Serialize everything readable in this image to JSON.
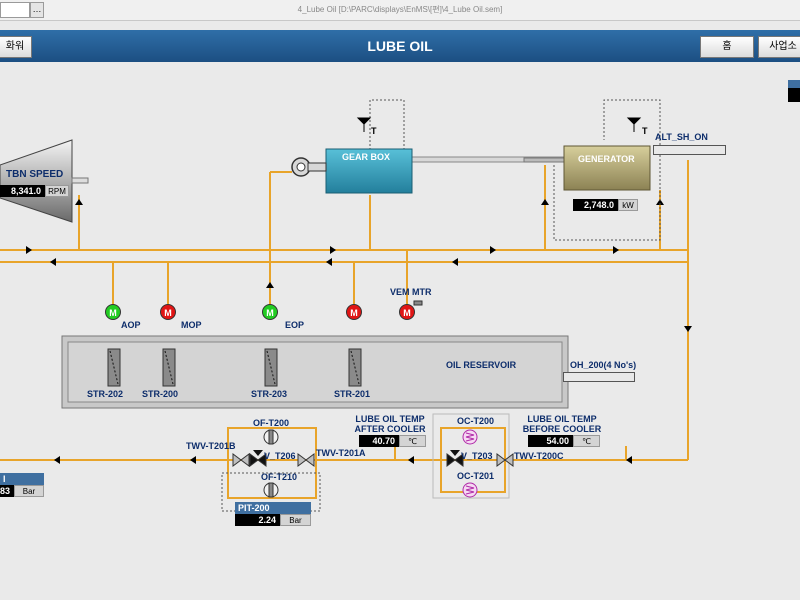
{
  "app": {
    "window_title": "4_Lube Oil    [D:\\PARC\\displays\\EnMS\\[편]\\4_Lube Oil.sem]",
    "header_title": "LUBE OIL",
    "left_button": "화워",
    "home_button": "홈",
    "office_button": "사업소"
  },
  "tbn": {
    "label": "TBN SPEED",
    "value": "8,341.0",
    "unit": "RPM"
  },
  "gearbox": {
    "label": "GEAR BOX",
    "t_label": "T"
  },
  "generator": {
    "label": "GENERATOR",
    "value": "2,748.0",
    "unit": "kW",
    "t_label": "T"
  },
  "alt_sh_on": {
    "label": "ALT_SH_ON"
  },
  "motors": [
    {
      "label": "M",
      "name": "AOP",
      "status": "running",
      "color": "#22cc22"
    },
    {
      "label": "M",
      "name": "MOP",
      "status": "stopped",
      "color": "#e01515"
    },
    {
      "label": "M",
      "name": "EOP",
      "status": "running",
      "color": "#22cc22"
    },
    {
      "label": "M",
      "name": "",
      "status": "stopped",
      "color": "#e01515"
    },
    {
      "label": "M",
      "name": "VEM MTR",
      "status": "stopped",
      "color": "#e01515"
    }
  ],
  "reservoir": {
    "label": "OIL RESERVOIR",
    "oh_label": "OH_200(4 No's)"
  },
  "strainers": [
    "STR-202",
    "STR-200",
    "STR-203",
    "STR-201"
  ],
  "filters": {
    "of_t200": "OF-T200",
    "of_t210": "OF-T210",
    "twv_t201b": "TWV-T201B",
    "v_t206": "V_T206",
    "twv_t201a": "TWV-T201A"
  },
  "pit200": {
    "label": "PIT-200",
    "value": "2.24",
    "unit": "Bar"
  },
  "left_gauge": {
    "label": "I",
    "value": "83",
    "unit": "Bar"
  },
  "temp_after": {
    "label_line1": "LUBE OIL TEMP",
    "label_line2": "AFTER COOLER",
    "value": "40.70",
    "unit": "℃"
  },
  "coolers": {
    "oc_t200": "OC-T200",
    "oc_t201": "OC-T201",
    "v_t203": "V_T203",
    "twv_t200c": "TWV-T200C"
  },
  "temp_before": {
    "label_line1": "LUBE OIL TEMP",
    "label_line2": "BEFORE COOLER",
    "value": "54.00",
    "unit": "℃"
  },
  "colors": {
    "pipe": "#e8a42a",
    "header_blue": "#1f5a92",
    "tag_blue": "#3f6fa0"
  }
}
